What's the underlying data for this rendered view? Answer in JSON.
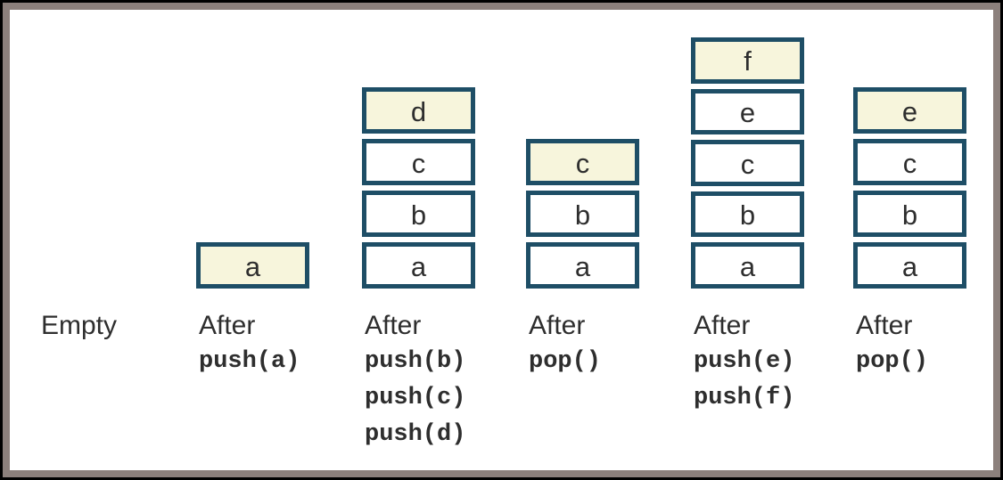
{
  "colors": {
    "frame-outer": "#000000",
    "frame-mat": "#8c807c",
    "canvas-bg": "#ffffff",
    "box-border": "#1e4e66",
    "box-fill": "#ffffff",
    "box-fill-top": "#f7f5dc",
    "text": "#2e2e2e"
  },
  "columns": [
    {
      "caption": "Empty",
      "ops": [],
      "boxes": []
    },
    {
      "caption": "After",
      "ops": [
        "push(a)"
      ],
      "boxes": [
        {
          "letter": "a",
          "top": true
        }
      ]
    },
    {
      "caption": "After",
      "ops": [
        "push(b)",
        "push(c)",
        "push(d)"
      ],
      "boxes": [
        {
          "letter": "d",
          "top": true
        },
        {
          "letter": "c",
          "top": false
        },
        {
          "letter": "b",
          "top": false
        },
        {
          "letter": "a",
          "top": false
        }
      ]
    },
    {
      "caption": "After",
      "ops": [
        "pop()"
      ],
      "boxes": [
        {
          "letter": "c",
          "top": true
        },
        {
          "letter": "b",
          "top": false
        },
        {
          "letter": "a",
          "top": false
        }
      ]
    },
    {
      "caption": "After",
      "ops": [
        "push(e)",
        "push(f)"
      ],
      "boxes": [
        {
          "letter": "f",
          "top": true
        },
        {
          "letter": "e",
          "top": false
        },
        {
          "letter": "c",
          "top": false
        },
        {
          "letter": "b",
          "top": false
        },
        {
          "letter": "a",
          "top": false
        }
      ]
    },
    {
      "caption": "After",
      "ops": [
        "pop()"
      ],
      "boxes": [
        {
          "letter": "e",
          "top": true
        },
        {
          "letter": "c",
          "top": false
        },
        {
          "letter": "b",
          "top": false
        },
        {
          "letter": "a",
          "top": false
        }
      ]
    }
  ]
}
